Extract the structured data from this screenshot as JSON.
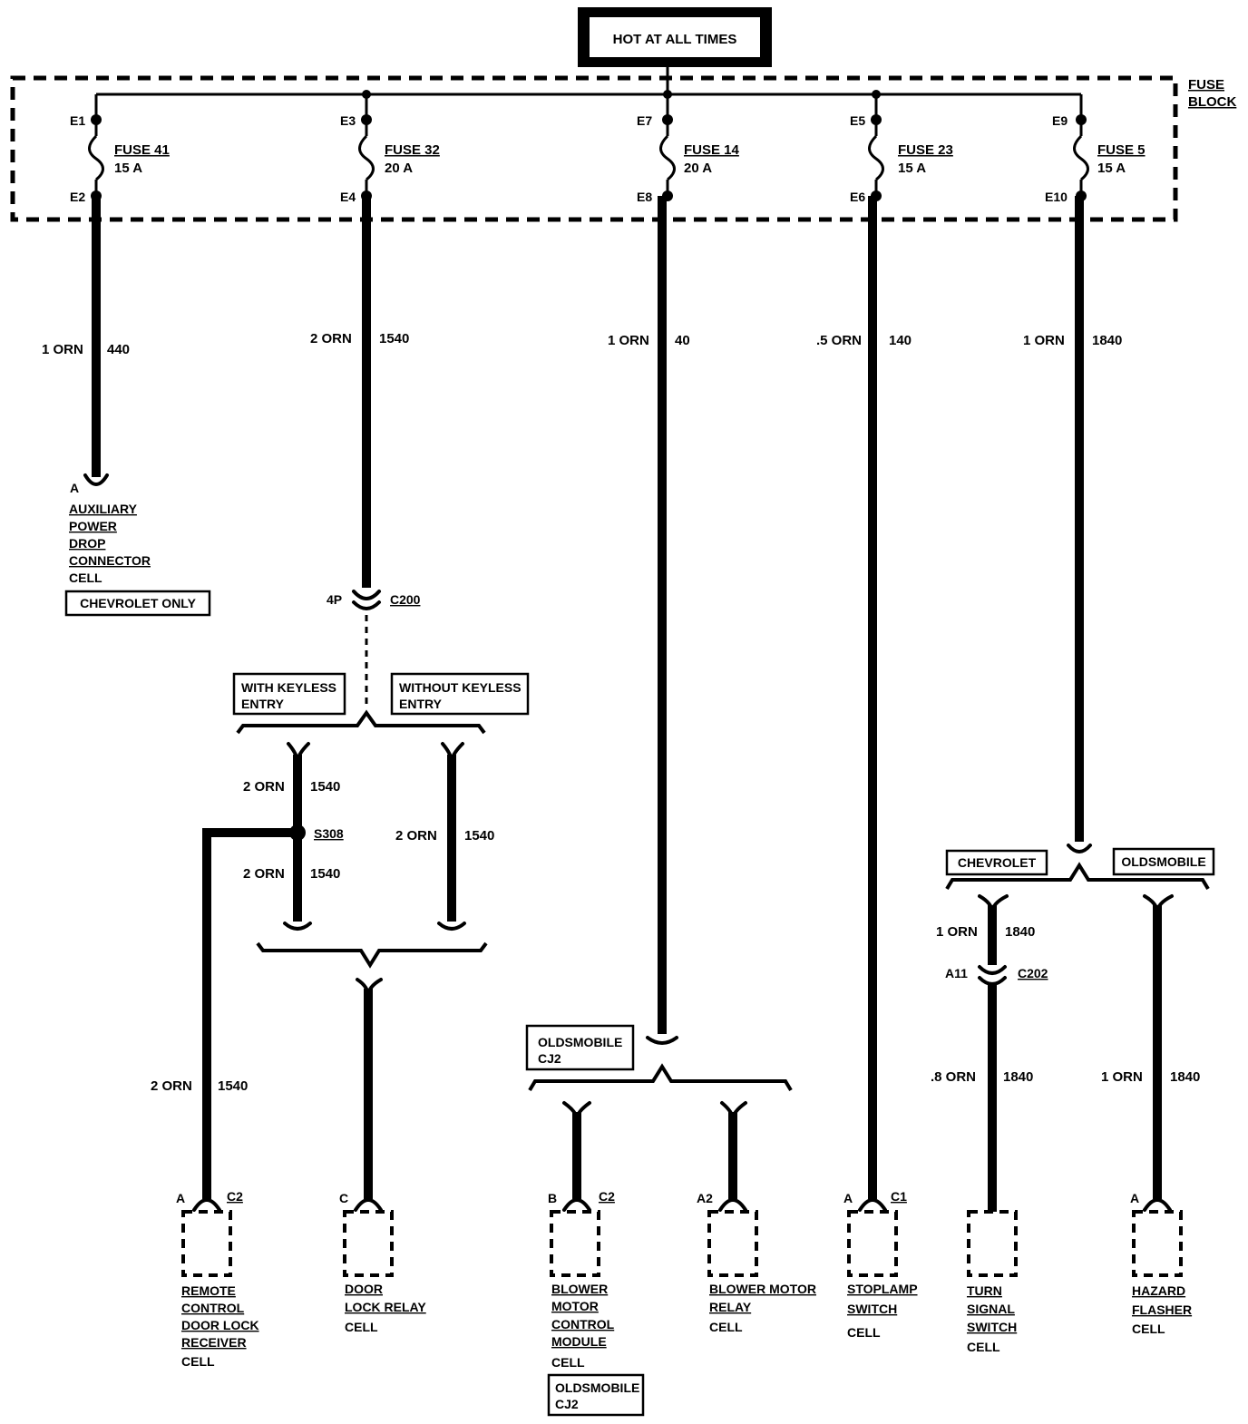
{
  "power": {
    "label": "HOT AT ALL TIMES"
  },
  "fuse_block": {
    "label_line1": "FUSE",
    "label_line2": "BLOCK"
  },
  "fuses": [
    {
      "top": "E1",
      "bottom": "E2",
      "name": "FUSE 41",
      "rating": "15 A"
    },
    {
      "top": "E3",
      "bottom": "E4",
      "name": "FUSE 32",
      "rating": "20 A"
    },
    {
      "top": "E7",
      "bottom": "E8",
      "name": "FUSE 14",
      "rating": "20 A"
    },
    {
      "top": "E5",
      "bottom": "E6",
      "name": "FUSE 23",
      "rating": "15 A"
    },
    {
      "top": "E9",
      "bottom": "E10",
      "name": "FUSE 5",
      "rating": "15 A"
    }
  ],
  "wires": {
    "w440": {
      "gauge": "1 ORN",
      "circuit": "440"
    },
    "w1540": {
      "gauge": "2 ORN",
      "circuit": "1540"
    },
    "w40": {
      "gauge": "1 ORN",
      "circuit": "40"
    },
    "w140": {
      "gauge": ".5 ORN",
      "circuit": "140"
    },
    "w1840": {
      "gauge": "1 ORN",
      "circuit": "1840"
    },
    "keyless_a": {
      "gauge": "2 ORN",
      "circuit": "1540"
    },
    "keyless_b": {
      "gauge": "2 ORN",
      "circuit": "1540"
    },
    "without_keyless": {
      "gauge": "2 ORN",
      "circuit": "1540"
    },
    "remote_feed": {
      "gauge": "2 ORN",
      "circuit": "1540"
    },
    "chev_1840": {
      "gauge": "1 ORN",
      "circuit": "1840"
    },
    "turn_1840": {
      "gauge": ".8 ORN",
      "circuit": "1840"
    },
    "hazard_1840": {
      "gauge": "1 ORN",
      "circuit": "1840"
    }
  },
  "aux": {
    "pin": "A",
    "lines": [
      "AUXILIARY",
      "POWER",
      "DROP",
      "CONNECTOR"
    ],
    "cell": "CELL",
    "option": "CHEVROLET ONLY"
  },
  "c200": {
    "pin": "4P",
    "name": "C200"
  },
  "keyless": {
    "with_line1": "WITH KEYLESS",
    "with_line2": "ENTRY",
    "without_line1": "WITHOUT KEYLESS",
    "without_line2": "ENTRY"
  },
  "splice": {
    "name": "S308"
  },
  "remote_receiver": {
    "pin": "A",
    "connector": "C2",
    "lines": [
      "REMOTE",
      "CONTROL",
      "DOOR LOCK",
      "RECEIVER"
    ],
    "cell": "CELL"
  },
  "door_lock_relay": {
    "pin": "C",
    "lines": [
      "DOOR",
      "LOCK RELAY"
    ],
    "cell": "CELL"
  },
  "olds_cj2_top": {
    "line1": "OLDSMOBILE",
    "line2": "CJ2"
  },
  "blower_module": {
    "pin": "B",
    "connector": "C2",
    "lines": [
      "BLOWER",
      "MOTOR",
      "CONTROL",
      "MODULE"
    ],
    "cell": "CELL",
    "option_line1": "OLDSMOBILE",
    "option_line2": "CJ2"
  },
  "blower_relay": {
    "pin": "A2",
    "lines": [
      "BLOWER MOTOR",
      "RELAY"
    ],
    "cell": "CELL"
  },
  "stoplamp": {
    "pin": "A",
    "connector": "C1",
    "lines": [
      "STOPLAMP",
      "SWITCH"
    ],
    "cell": "CELL"
  },
  "chev_olds": {
    "chevrolet": "CHEVROLET",
    "oldsmobile": "OLDSMOBILE"
  },
  "c202": {
    "pin": "A11",
    "name": "C202"
  },
  "turn_signal": {
    "lines": [
      "TURN",
      "SIGNAL",
      "SWITCH"
    ],
    "cell": "CELL"
  },
  "hazard": {
    "pin": "A",
    "lines": [
      "HAZARD",
      "FLASHER"
    ],
    "cell": "CELL"
  }
}
